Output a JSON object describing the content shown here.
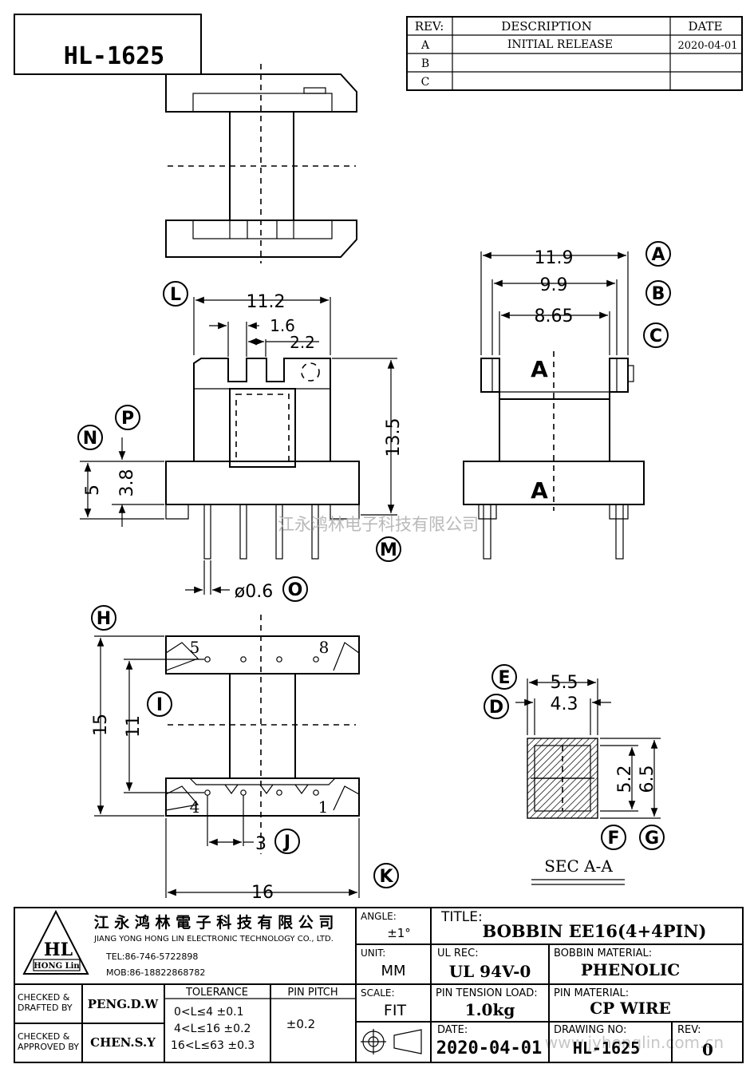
{
  "part_no": "HL-1625",
  "revision_table": {
    "headers": {
      "rev": "REV:",
      "description": "DESCRIPTION",
      "date": "DATE"
    },
    "rows": [
      {
        "rev": "A",
        "description": "INITIAL  RELEASE",
        "date": "2020-04-01"
      },
      {
        "rev": "B",
        "description": "",
        "date": ""
      },
      {
        "rev": "C",
        "description": "",
        "date": ""
      }
    ]
  },
  "dimensions": {
    "front_width": "11.2",
    "slot_width": "1.6",
    "slot_pitch": "2.2",
    "height": "13.5",
    "flange_height": "5",
    "flange_inner": "3.8",
    "pin_dia": "ø0.6",
    "side_outer": "11.9",
    "side_mid": "9.9",
    "side_inner": "8.65",
    "bottom_length": "16",
    "bottom_height": "15",
    "bottom_inner": "11",
    "pin_pitch_dim": "3",
    "sec_outer_w": "5.5",
    "sec_inner_w": "4.3",
    "sec_inner_h": "5.2",
    "sec_outer_h": "6.5"
  },
  "callouts": {
    "A": "A",
    "B": "B",
    "C": "C",
    "D": "D",
    "E": "E",
    "F": "F",
    "G": "G",
    "H": "H",
    "I": "I",
    "J": "J",
    "K": "K",
    "L": "L",
    "M": "M",
    "N": "N",
    "O": "O",
    "P": "P"
  },
  "section_labels": {
    "top": "A",
    "bottom": "A",
    "sec_title": "SEC  A-A"
  },
  "pin_labels": {
    "p5": "5",
    "p8": "8",
    "p4": "4",
    "p1": "1"
  },
  "watermark": {
    "cn": "江永鸿林电子科技有限公司",
    "url": "www.jyhonglin.com.cn"
  },
  "title_block": {
    "company_cn": "江 永 鸿 林 電 子 科 技 有 限 公 司",
    "company_en": "JIANG YONG HONG LIN ELECTRONIC TECHNOLOGY CO., LTD.",
    "logo_text": "HL",
    "logo_sub": "HONG Lin",
    "tel": "TEL:86-746-5722898",
    "mob": "MOB:86-18822868782",
    "angle_label": "ANGLE:",
    "angle_value": "±1°",
    "title_label": "TITLE:",
    "title_value": "BOBBIN   EE16(4+4PIN)",
    "unit_label": "UNIT:",
    "unit_value": "MM",
    "ul_label": "UL REC:",
    "ul_value": "UL 94V-0",
    "material_label": "BOBBIN MATERIAL:",
    "material_value": "PHENOLIC",
    "drafted_label1": "CHECKED &",
    "drafted_label2": "DRAFTED BY",
    "drafted_value": "PENG.D.W",
    "tolerance_label": "TOLERANCE",
    "tol1": "0<L≤4   ±0.1",
    "tol2": "4<L≤16  ±0.2",
    "tol3": "16<L≤63 ±0.3",
    "pin_pitch_label": "PIN PITCH",
    "pin_pitch_value": "±0.2",
    "scale_label": "SCALE:",
    "scale_value": "FIT",
    "tension_label": "PIN TENSION LOAD:",
    "tension_value": "1.0kg",
    "pin_material_label": "PIN MATERIAL:",
    "pin_material_value": "CP WIRE",
    "approved_label1": "CHECKED &",
    "approved_label2": "APPROVED BY",
    "approved_value": "CHEN.S.Y",
    "date_label": "DATE:",
    "date_value": "2020-04-01",
    "drawing_no_label": "DRAWING NO:",
    "drawing_no_value": "HL-1625",
    "rev_label": "REV:",
    "rev_value": "0"
  }
}
